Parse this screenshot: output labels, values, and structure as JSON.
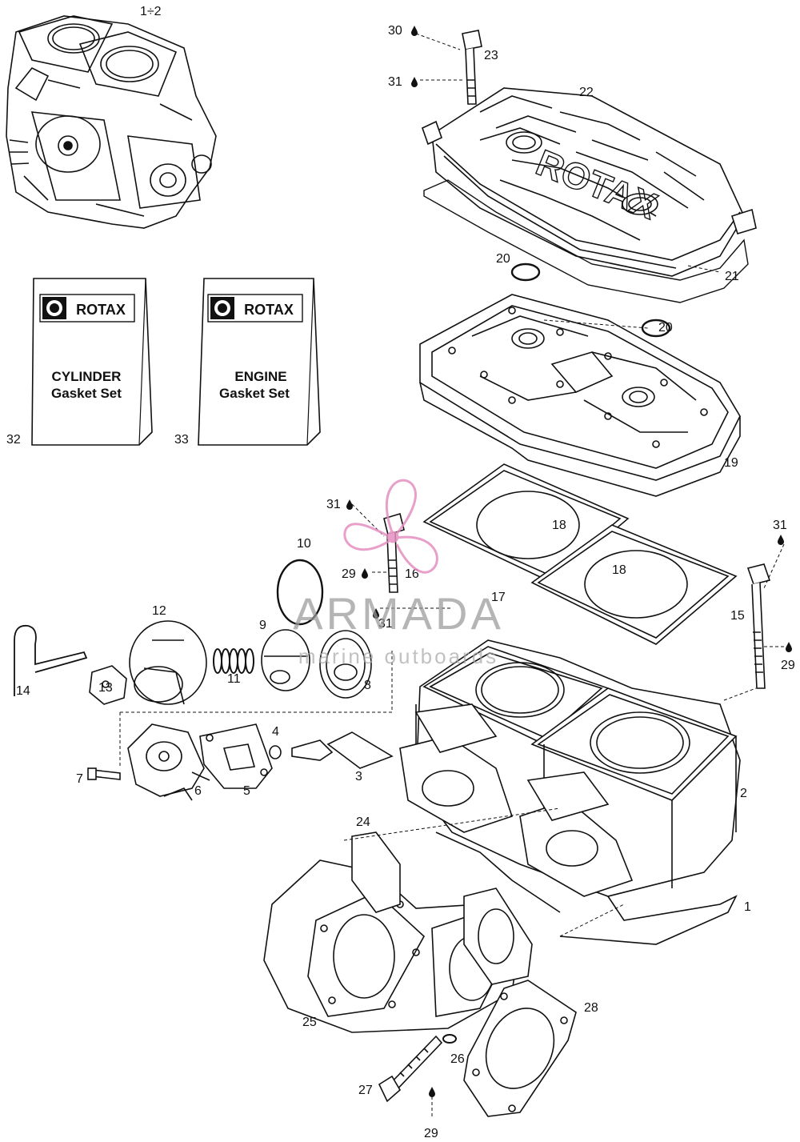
{
  "diagram": {
    "callouts": {
      "c1_2": "1÷2",
      "c1": "1",
      "c2": "2",
      "c3": "3",
      "c4": "4",
      "c5": "5",
      "c6": "6",
      "c7": "7",
      "c8": "8",
      "c9": "9",
      "c10": "10",
      "c11": "11",
      "c12": "12",
      "c13": "13",
      "c14": "14",
      "c15": "15",
      "c16": "16",
      "c17": "17",
      "c18a": "18",
      "c18b": "18",
      "c19": "19",
      "c20a": "20",
      "c20b": "20",
      "c21": "21",
      "c22": "22",
      "c23": "23",
      "c24": "24",
      "c25": "25",
      "c26": "26",
      "c27": "27",
      "c28": "28",
      "c29a": "29",
      "c29b": "29",
      "c29c": "29",
      "c30": "30",
      "c31a": "31",
      "c31b": "31",
      "c31c": "31",
      "c31d": "31",
      "c32": "32",
      "c33": "33"
    },
    "packs": {
      "brand": "ROTAX",
      "cylinder_line1": "CYLINDER",
      "cylinder_line2": "Gasket Set",
      "engine_line1": "ENGINE",
      "engine_line2": "Gasket Set"
    },
    "head_lettering": "ROTAX",
    "watermark": {
      "brand": "ARMADA",
      "tagline": "marine outboards",
      "accent_color": "#e48fc0"
    }
  }
}
